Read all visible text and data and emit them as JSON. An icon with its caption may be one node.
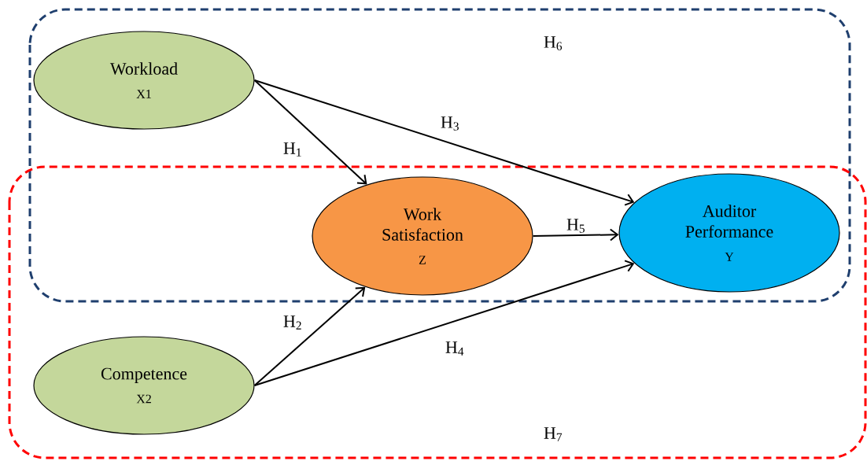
{
  "diagram": {
    "nodes": [
      {
        "text": [
          "Workload",
          "X1"
        ]
      },
      {
        "text": [
          "Work Satisfaction",
          "Z"
        ]
      },
      {
        "text": [
          "Auditor Performance",
          "Y"
        ]
      },
      {
        "text": [
          "Competence",
          "X2"
        ]
      }
    ],
    "edges": [
      {
        "from": 0,
        "to": 1,
        "arrow": "to",
        "label": "H$_{1}$"
      },
      {
        "from": 0,
        "to": 2,
        "arrow": "to",
        "label": "H$_{3}$"
      },
      {
        "from": 3,
        "to": 1,
        "arrow": "to",
        "label": "H$_{2}$"
      },
      {
        "from": 3,
        "to": 2,
        "arrow": "to",
        "label": "H$_{4}$"
      },
      {
        "from": 1,
        "to": 2,
        "arrow": "to",
        "label": "H$_{5}$"
      }
    ],
    "labels": [
      "H$_{6}$",
      "H$_{7}$"
    ]
  }
}
